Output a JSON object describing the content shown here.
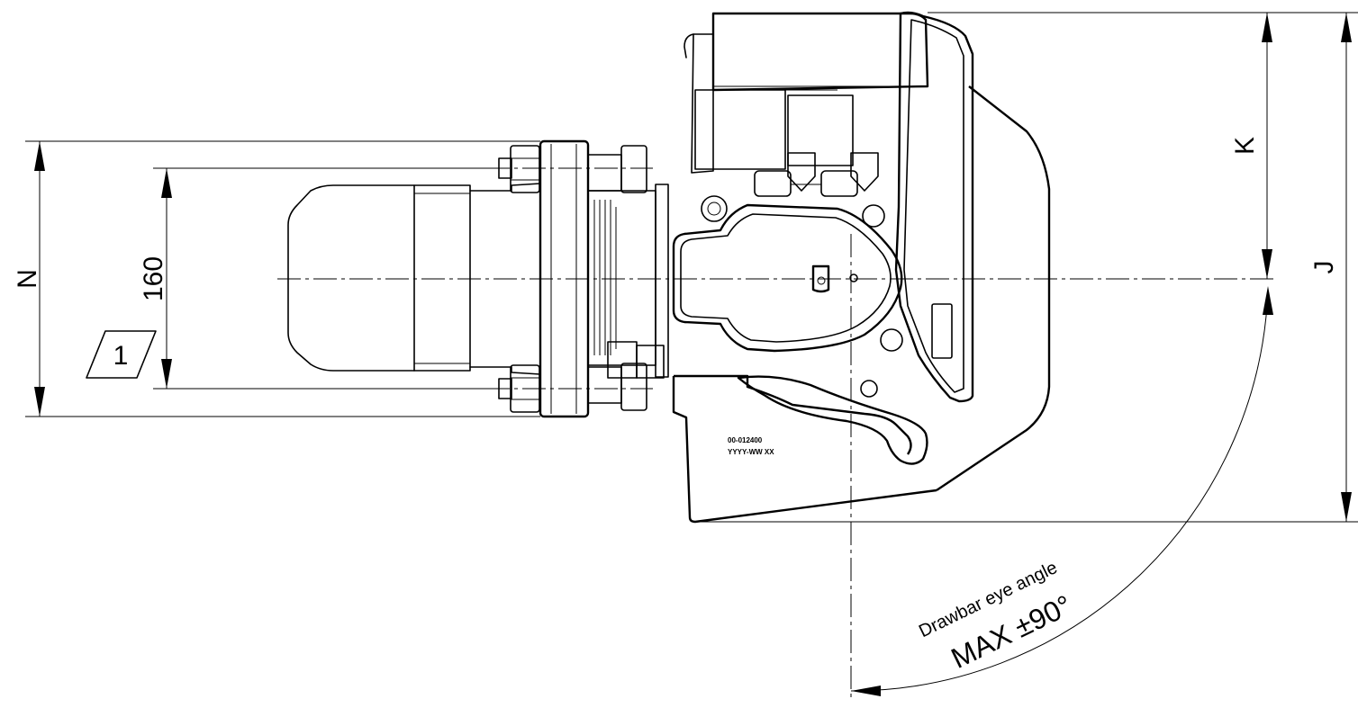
{
  "dimensions": {
    "n_label": "N",
    "bolt_spacing_label": "160",
    "k_label": "K",
    "j_label": "J",
    "note_tag": "1"
  },
  "angle_note": {
    "line1": "Drawbar eye angle",
    "line2": "MAX ±90°"
  },
  "marking": {
    "line1": "00-012400",
    "line2": "YYYY-WW  XX"
  }
}
